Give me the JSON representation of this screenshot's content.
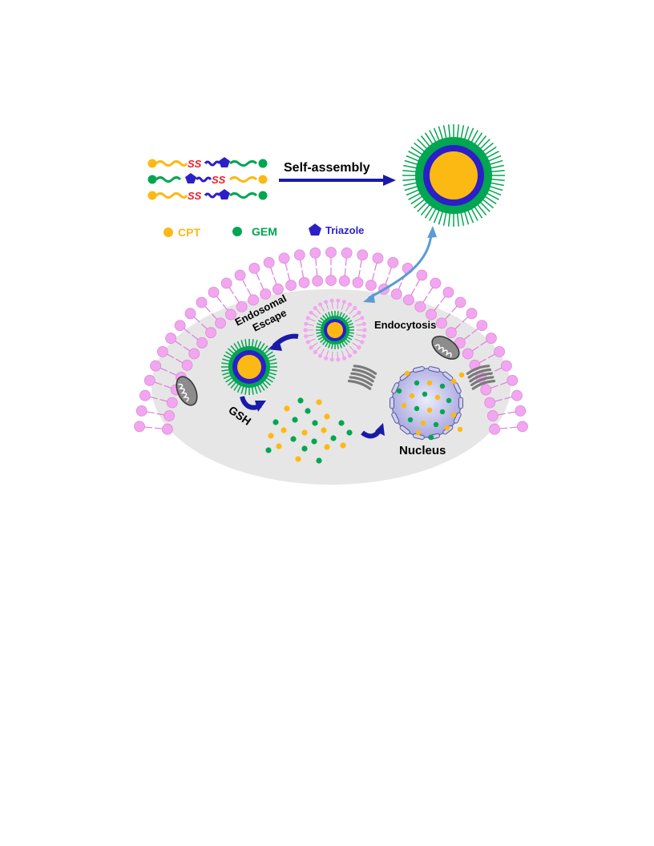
{
  "labels": {
    "ss": "SS",
    "self_assembly": "Self-assembly",
    "endosomal_escape_line1": "Endosomal",
    "endosomal_escape_line2": "Escape",
    "endocytosis": "Endocytosis",
    "gsh": "GSH",
    "nucleus": "Nucleus"
  },
  "legend": [
    {
      "label": "CPT",
      "shape": "circle",
      "color": "#FDB913"
    },
    {
      "label": "GEM",
      "shape": "circle",
      "color": "#00A651"
    },
    {
      "label": "Triazole",
      "shape": "pentagon",
      "color": "#2B1FC8"
    }
  ],
  "colors": {
    "cpt": "#FDB913",
    "gem": "#00A651",
    "triazole": "#2B1FC8",
    "ss": "#E8202A",
    "arrow_dark_blue": "#1A1AA8",
    "arrow_light_blue": "#5B9BD5",
    "lipid_head": "#F3A6F0",
    "cell_body": "#E6E6E6",
    "nucleus": "#B8B8E8"
  }
}
